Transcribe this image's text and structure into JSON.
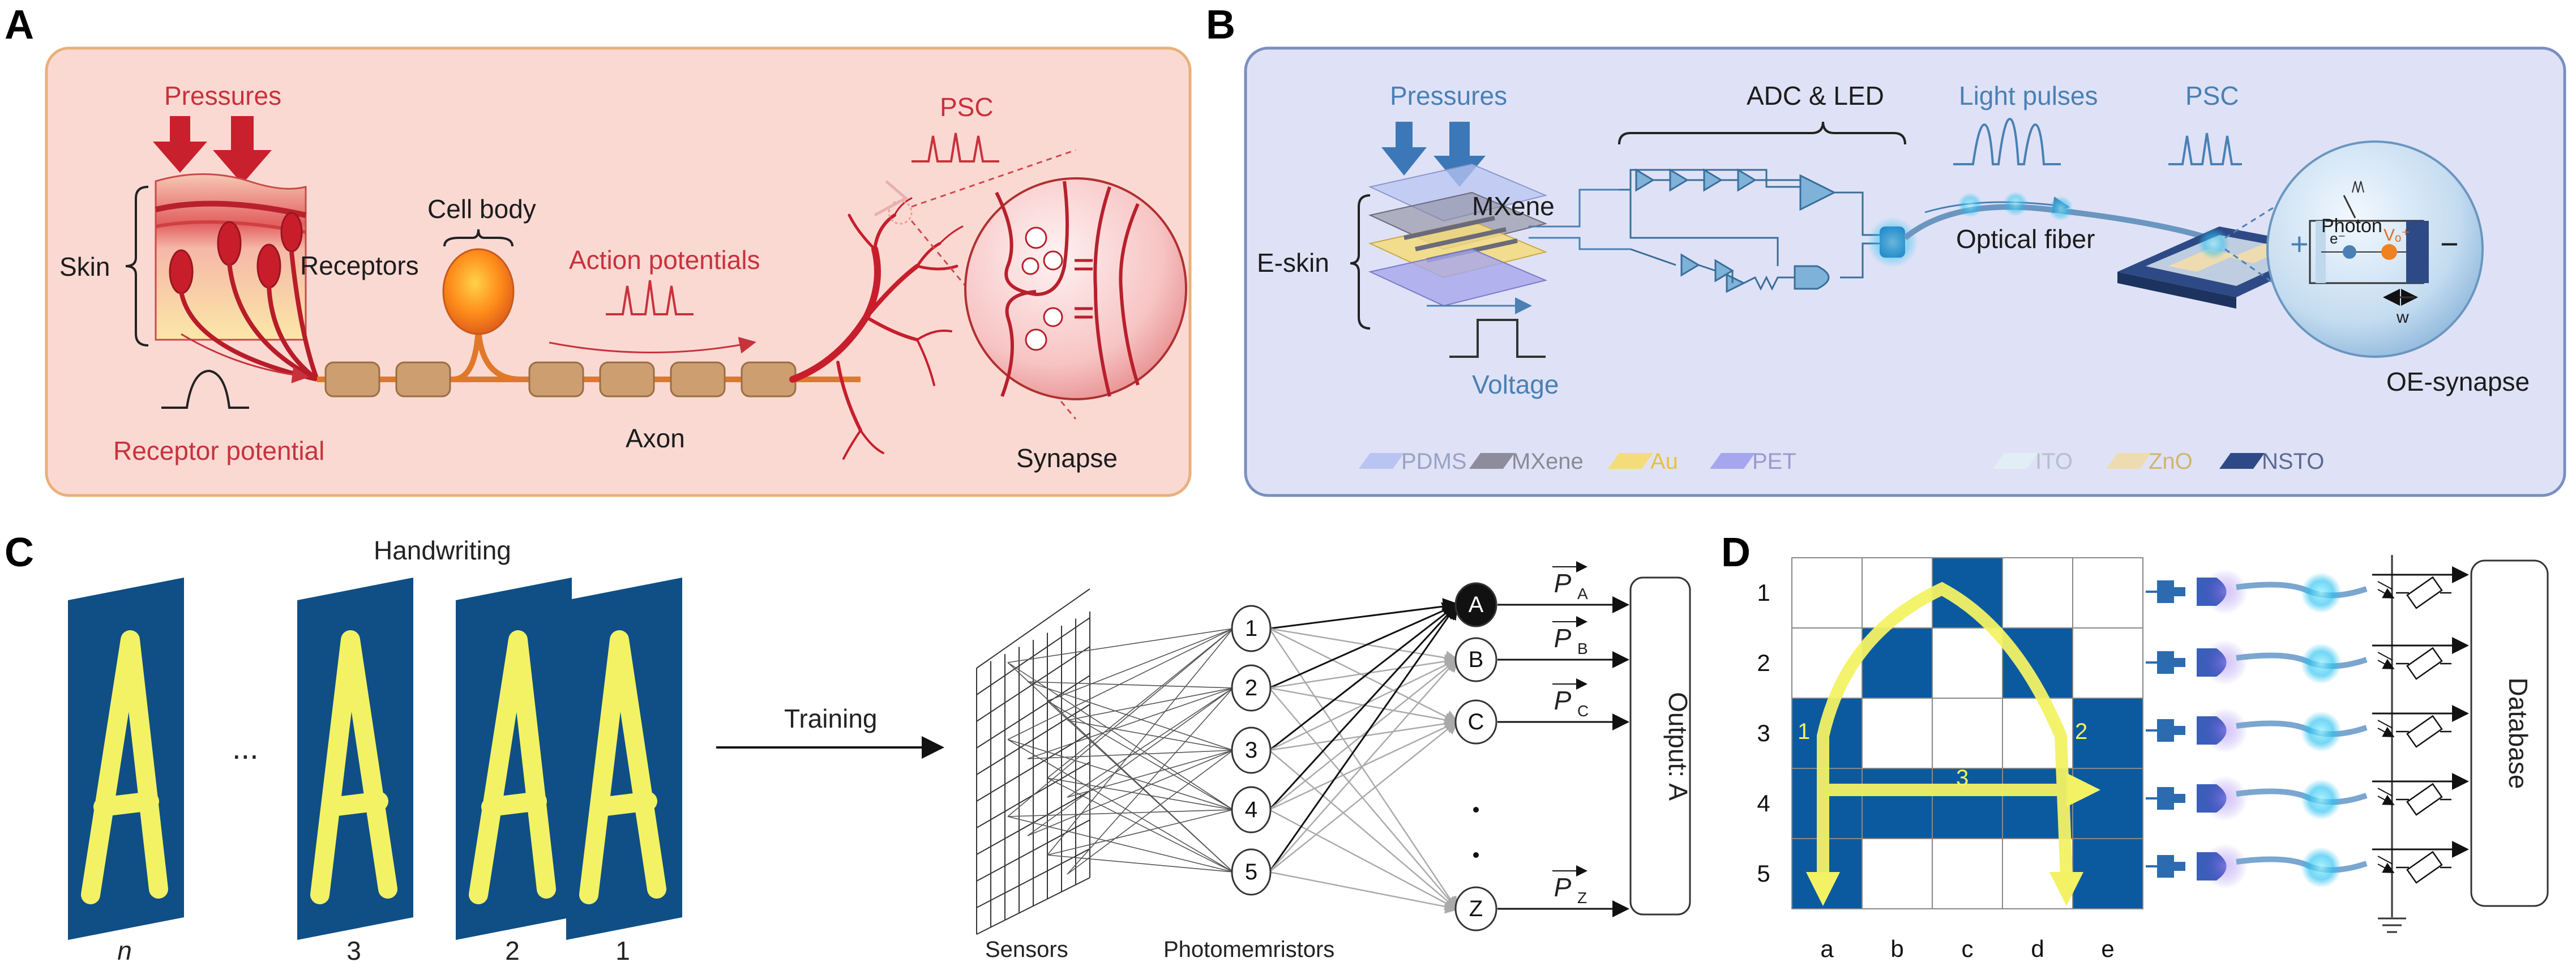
{
  "panels": {
    "A": {
      "letter": "A",
      "pressures": "Pressures",
      "skin": "Skin",
      "cell_body": "Cell body",
      "receptors": "Receptors",
      "action_potentials": "Action potentials",
      "psc": "PSC",
      "receptor_potential": "Receptor potential",
      "axon": "Axon",
      "synapse": "Synapse"
    },
    "B": {
      "letter": "B",
      "pressures": "Pressures",
      "adc_led": "ADC & LED",
      "light_pulses": "Light pulses",
      "psc": "PSC",
      "mxene": "MXene",
      "e_skin": "E-skin",
      "optical_fiber": "Optical fiber",
      "voltage": "Voltage",
      "photon": "Photon",
      "electron": "e⁻",
      "vo": "Vₒ⁺",
      "w": "w",
      "plus": "+",
      "minus": "−",
      "oe_synapse": "OE-synapse",
      "legend": [
        {
          "label": "PDMS",
          "color": "#b9c4f2",
          "text_color": "#9aa2c4"
        },
        {
          "label": "MXene",
          "color": "#8c8c9c",
          "text_color": "#8a8a96"
        },
        {
          "label": "Au",
          "color": "#f4dc7a",
          "text_color": "#e6c240"
        },
        {
          "label": "PET",
          "color": "#a6a6ee",
          "text_color": "#9a9ace"
        },
        {
          "label": "ITO",
          "color": "#e2eef6",
          "text_color": "#b4c0cc"
        },
        {
          "label": "ZnO",
          "color": "#eedcb0",
          "text_color": "#d2b470"
        },
        {
          "label": "NSTO",
          "color": "#2e4a86",
          "text_color": "#5a6a90"
        }
      ]
    },
    "C": {
      "letter": "C",
      "handwriting": "Handwriting",
      "ellipsis": "...",
      "sample_labels": [
        "n",
        "3",
        "2",
        "1"
      ],
      "training": "Training",
      "sensors": "Sensors",
      "photomemristors": "Photomemristors",
      "hidden_nodes": [
        "1",
        "2",
        "3",
        "4",
        "5"
      ],
      "output_nodes": [
        "A",
        "B",
        "C",
        "Z"
      ],
      "vectors": [
        "P",
        "P",
        "P",
        "P"
      ],
      "vector_subs": [
        "A",
        "B",
        "C",
        "Z"
      ],
      "output": "Output: A",
      "letter_glyph": "A"
    },
    "D": {
      "letter": "D",
      "rows": [
        "1",
        "2",
        "3",
        "4",
        "5"
      ],
      "cols": [
        "a",
        "b",
        "c",
        "d",
        "e"
      ],
      "filled_cells": [
        [
          0,
          2
        ],
        [
          1,
          1
        ],
        [
          1,
          3
        ],
        [
          2,
          0
        ],
        [
          2,
          4
        ],
        [
          3,
          0
        ],
        [
          3,
          1
        ],
        [
          3,
          2
        ],
        [
          3,
          3
        ],
        [
          3,
          4
        ],
        [
          4,
          0
        ],
        [
          4,
          4
        ]
      ],
      "stroke_labels": [
        "1",
        "2",
        "3"
      ],
      "database": "Database"
    }
  },
  "colors": {
    "panelA_bg": "#fbd9d3",
    "panelA_border": "#e9b07a",
    "panelB_bg": "#dfe2f6",
    "panelB_border": "#7a8fc0",
    "card_blue": "#0f4f86",
    "glyph_yellow": "#f2f264",
    "grid_blue": "#0b5aa0",
    "red": "#c8323c",
    "blue_label": "#4a80b4"
  }
}
